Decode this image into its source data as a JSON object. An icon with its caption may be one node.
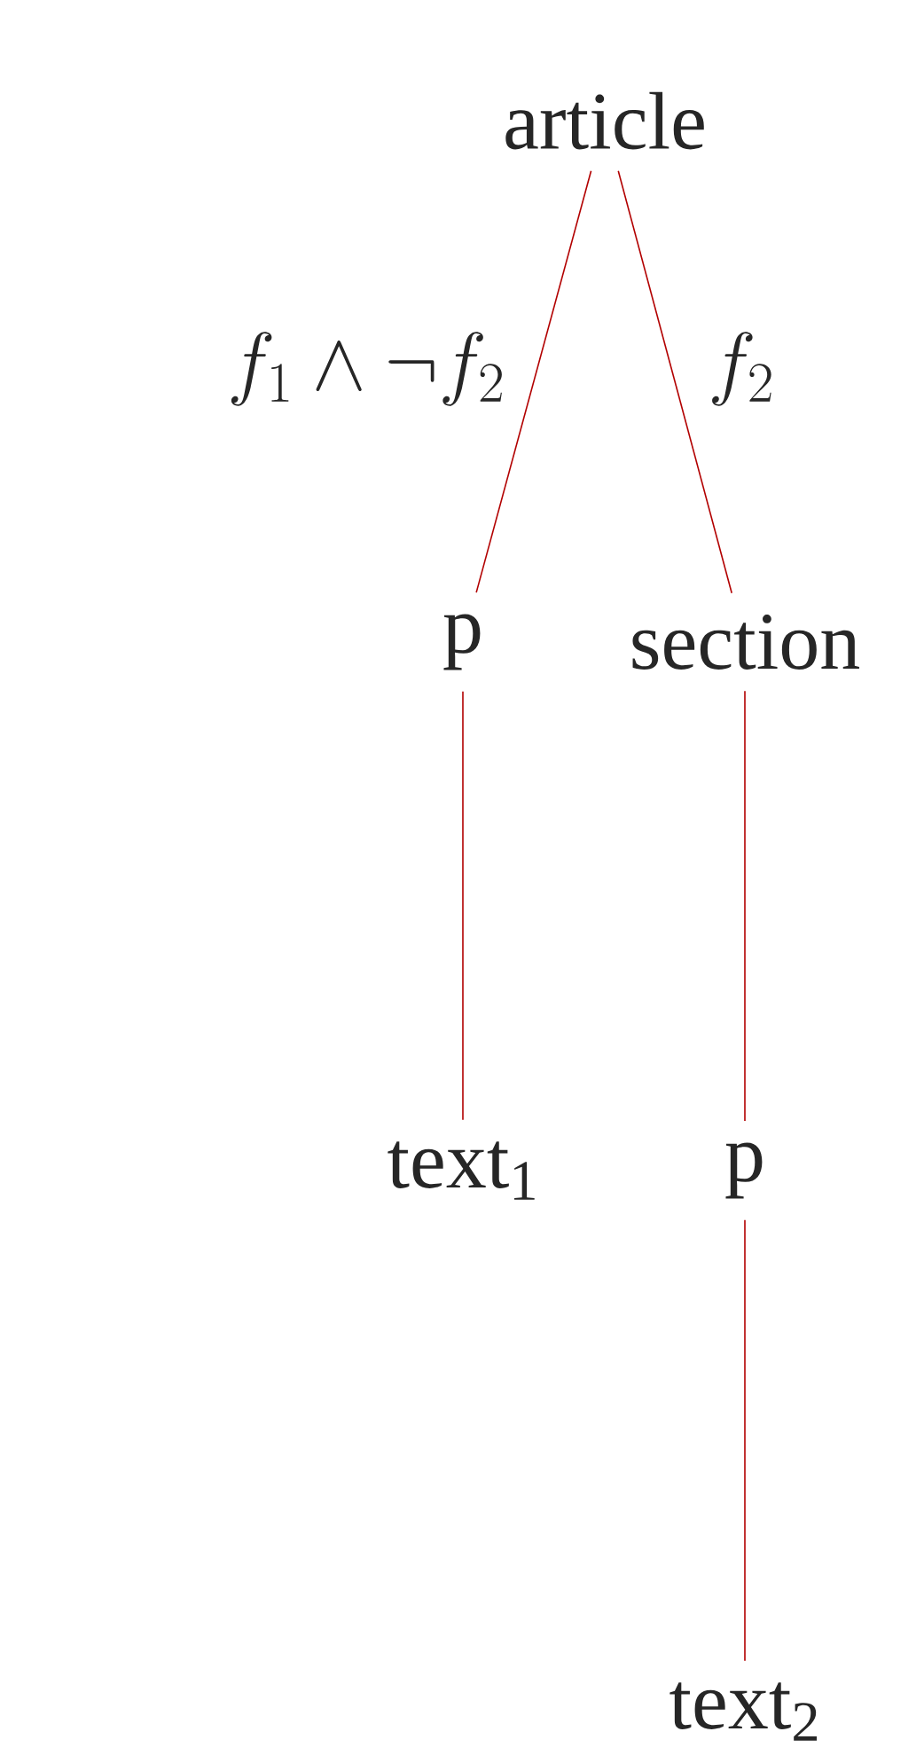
{
  "diagram": {
    "nodes": [
      {
        "text": [
          "article"
        ]
      },
      {
        "text": [
          "p"
        ]
      },
      {
        "text": [
          "section"
        ]
      },
      {
        "text": [
          "text$_{1}$"
        ]
      },
      {
        "text": [
          "p"
        ]
      },
      {
        "text": [
          "text$_{2}$"
        ]
      }
    ],
    "edges": [
      {
        "from": 0,
        "to": 1,
        "arrow": "none",
        "label": "f_1 \\wedge \\neg f_2"
      },
      {
        "from": 0,
        "to": 2,
        "arrow": "none",
        "label": "f_2"
      },
      {
        "from": 1,
        "to": 3,
        "arrow": "none"
      },
      {
        "from": 2,
        "to": 4,
        "arrow": "none"
      },
      {
        "from": 4,
        "to": 5,
        "arrow": "none"
      }
    ]
  }
}
